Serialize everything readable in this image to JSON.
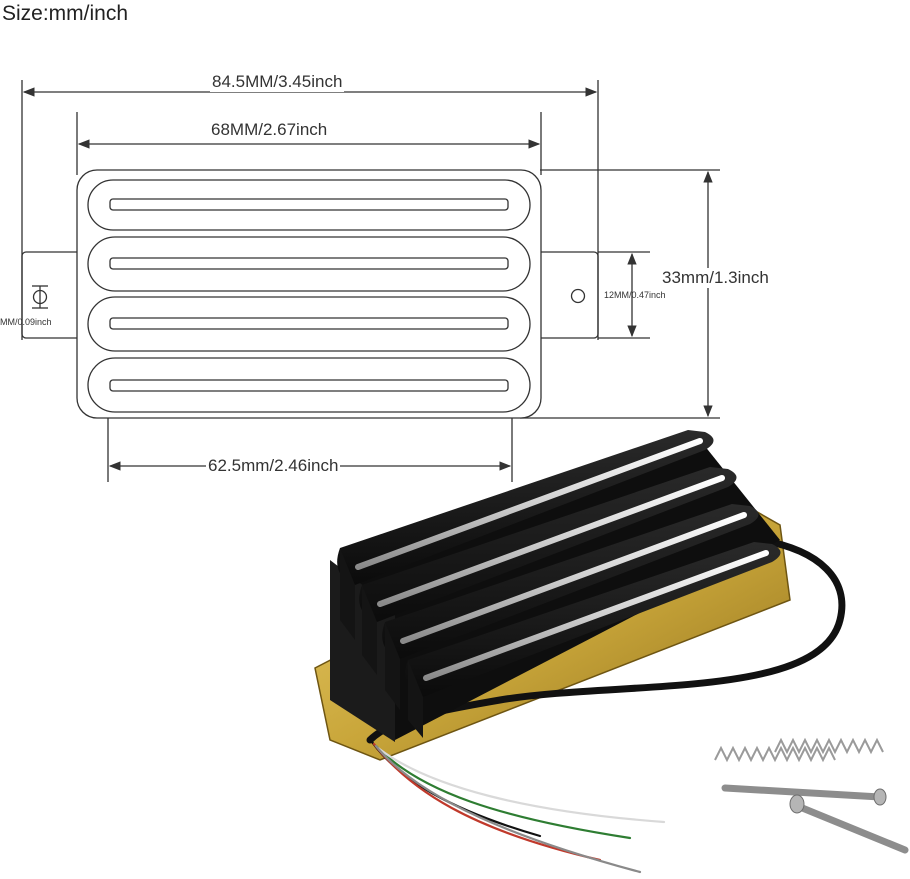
{
  "title": "Size:mm/inch",
  "dimensions": {
    "overall_length": "84.5MM/3.45inch",
    "body_length": "68MM/2.67inch",
    "height": "33mm/1.3inch",
    "mount_tab": "12MM/0.47inch",
    "hole": "MM/0.09inch",
    "blade_length": "62.5mm/2.46inch"
  },
  "colors": {
    "line": "#333333",
    "pickup_body": "#151515",
    "blade": "#e8e8e8",
    "baseplate": "#c9a63a",
    "wire_red": "#c0392b",
    "wire_green": "#2e7d32",
    "wire_white": "#f2f2f2",
    "wire_black": "#111111"
  }
}
